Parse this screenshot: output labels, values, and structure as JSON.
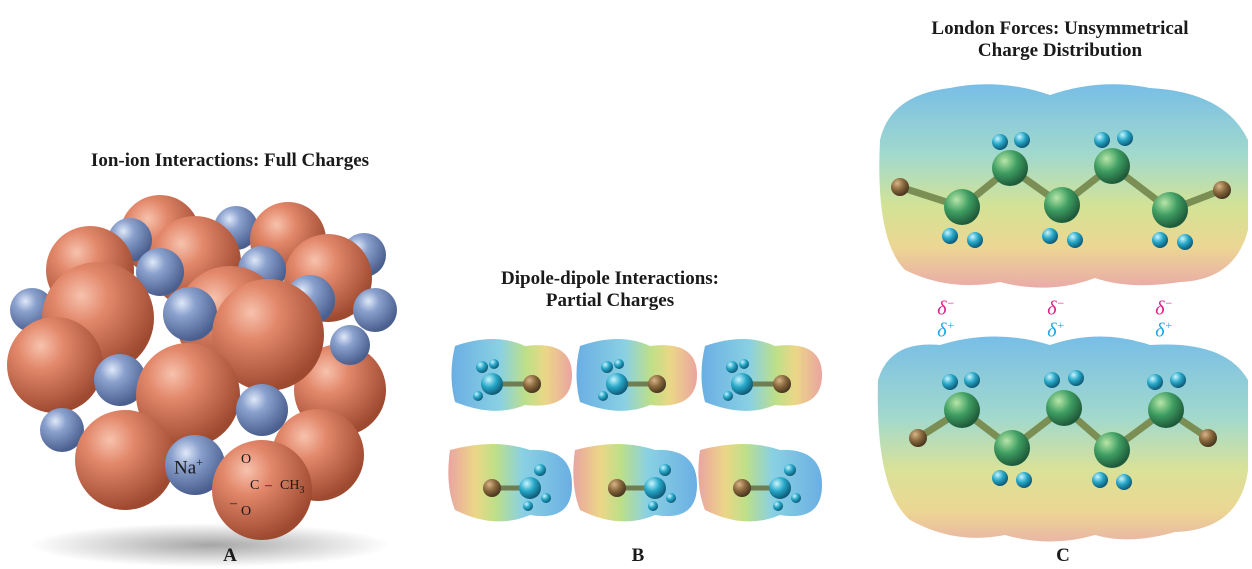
{
  "panels": [
    {
      "id": "A",
      "title_line1": "Ion-ion Interactions: Full Charges",
      "title_line2": "",
      "letter": "A"
    },
    {
      "id": "B",
      "title_line1": "Dipole-dipole Interactions:",
      "title_line2": "Partial Charges",
      "letter": "B"
    },
    {
      "id": "C",
      "title_line1": "London Forces: Unsymmetrical",
      "title_line2": "Charge Distribution",
      "letter": "C"
    }
  ],
  "ion_labels": {
    "sodium": "Na",
    "sodium_charge": "+",
    "acetate_o_top": "O",
    "acetate_c": "C",
    "acetate_dash": "–",
    "acetate_ch3": "CH",
    "acetate_ch3_sub": "3",
    "acetate_o_bottom": "O",
    "acetate_minus": "–"
  },
  "partial_charges": {
    "negative": "δ",
    "negative_sup": "−",
    "positive": "δ",
    "positive_sup": "+"
  },
  "colors": {
    "cation": "#7f96c4",
    "anion": "#d9775a",
    "negative_charge": "#e0208a",
    "positive_charge": "#1aa8e0"
  }
}
